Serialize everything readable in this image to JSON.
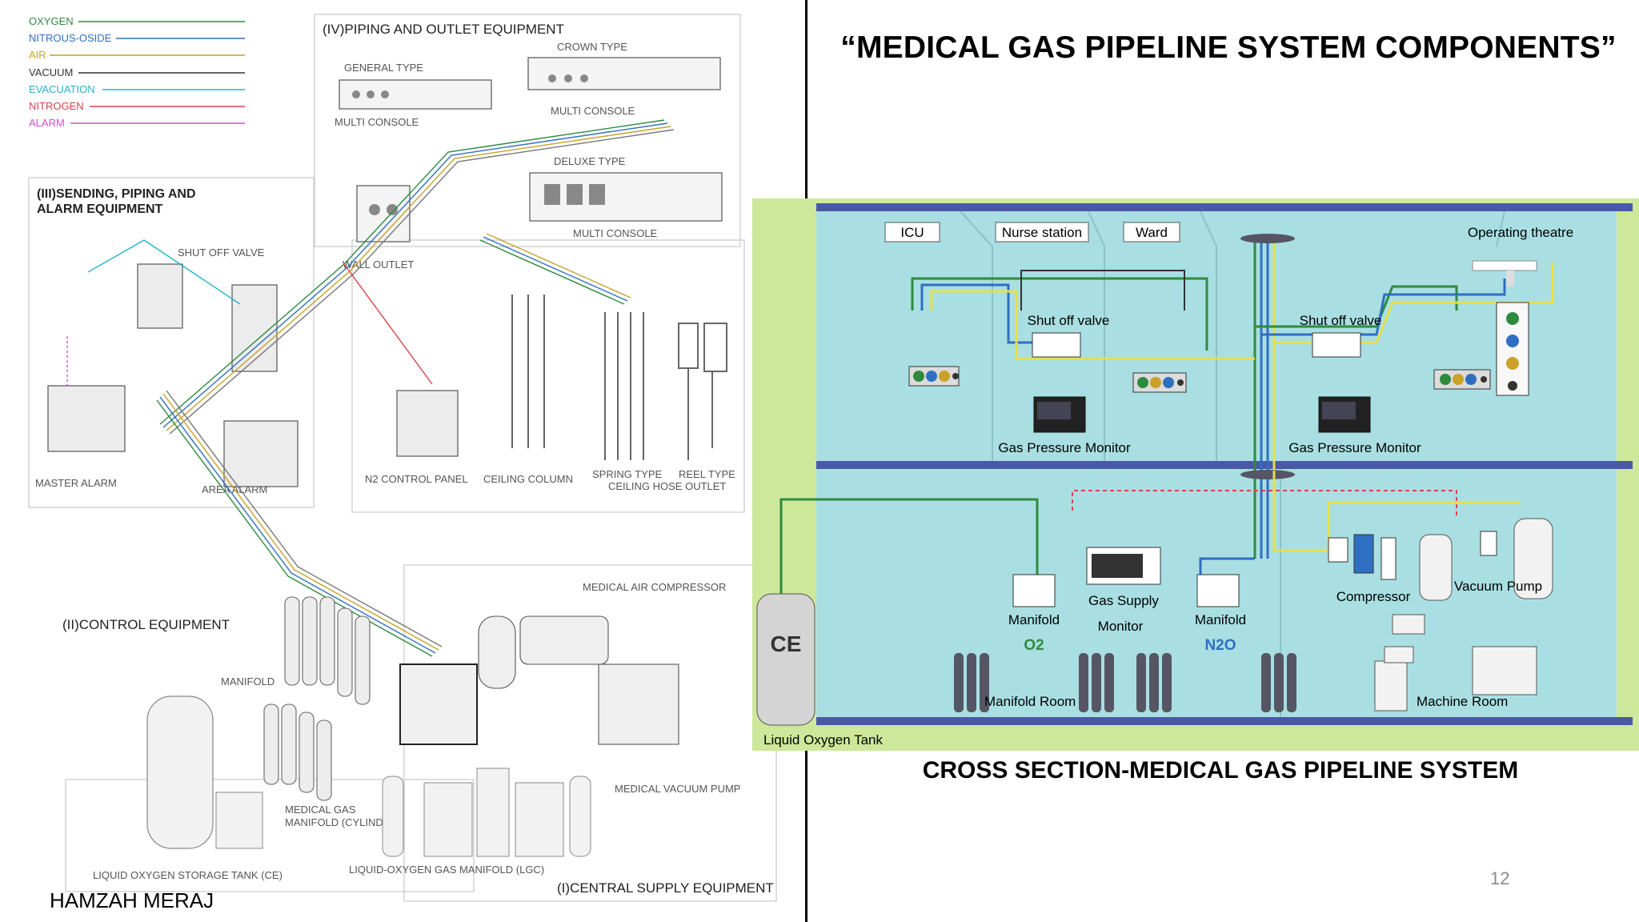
{
  "slide": {
    "title": "“MEDICAL GAS PIPELINE SYSTEM COMPONENTS”",
    "caption": "CROSS SECTION-MEDICAL GAS PIPELINE SYSTEM",
    "slide_number": "12",
    "author": "HAMZAH MERAJ"
  },
  "legend": [
    {
      "label": "OXYGEN",
      "color": "#2e8b3e"
    },
    {
      "label": "NITROUS-OSIDE",
      "color": "#2f6fc2"
    },
    {
      "label": "AIR",
      "color": "#c9a227"
    },
    {
      "label": "VACUUM",
      "color": "#333333"
    },
    {
      "label": "EVACUATION",
      "color": "#27b3c9"
    },
    {
      "label": "NITROGEN",
      "color": "#d9434a"
    },
    {
      "label": "ALARM",
      "color": "#d24bd6"
    }
  ],
  "left": {
    "piping_title": "(IV)PIPING AND OUTLET EQUIPMENT",
    "crown_type": "CROWN TYPE",
    "general_type": "GENERAL TYPE",
    "multi_console_1": "MULTI CONSOLE",
    "multi_console_2": "MULTI CONSOLE",
    "deluxe_type": "DELUXE TYPE",
    "multi_console_3": "MULTI CONSOLE",
    "wall_outlet": "WALL OUTLET",
    "sending_title_1": "(III)SENDING, PIPING AND",
    "sending_title_2": "ALARM EQUIPMENT",
    "shut_off_valve": "SHUT OFF VALVE",
    "master_alarm": "MASTER ALARM",
    "area_alarm": "AREA ALARM",
    "n2_control": "N2 CONTROL PANEL",
    "ceiling_column": "CEILING COLUMN",
    "spring_type": "SPRING TYPE",
    "reel_type": "REEL TYPE",
    "ceiling_hose": "CEILING HOSE OUTLET",
    "control_title": "(II)CONTROL EQUIPMENT",
    "manifold": "MANIFOLD",
    "air_compressor": "MEDICAL AIR COMPRESSOR",
    "vacuum_pump": "MEDICAL VACUUM PUMP",
    "gas_manifold_1": "MEDICAL GAS",
    "gas_manifold_2": "MANIFOLD (CYLINDER)",
    "lox_tank": "LIQUID OXYGEN STORAGE TANK (CE)",
    "lgc": "LIQUID-OXYGEN GAS MANIFOLD (LGC)",
    "central_title": "(I)CENTRAL SUPPLY EQUIPMENT"
  },
  "right": {
    "icu": "ICU",
    "nurse_station": "Nurse station",
    "ward": "Ward",
    "operating_theatre": "Operating theatre",
    "shut_off_valve_1": "Shut off valve",
    "shut_off_valve_2": "Shut off valve",
    "gas_monitor_1": "Gas Pressure Monitor",
    "gas_monitor_2": "Gas Pressure Monitor",
    "gas_supply": "Gas Supply",
    "monitor": "Monitor",
    "manifold_left": "Manifold",
    "o2": "O2",
    "manifold_right": "Manifold",
    "n2o": "N2O",
    "compressor": "Compressor",
    "vacuum_pump": "Vacuum Pump",
    "manifold_room": "Manifold Room",
    "machine_room": "Machine Room",
    "ce": "CE",
    "lox_tank": "Liquid Oxygen Tank"
  }
}
